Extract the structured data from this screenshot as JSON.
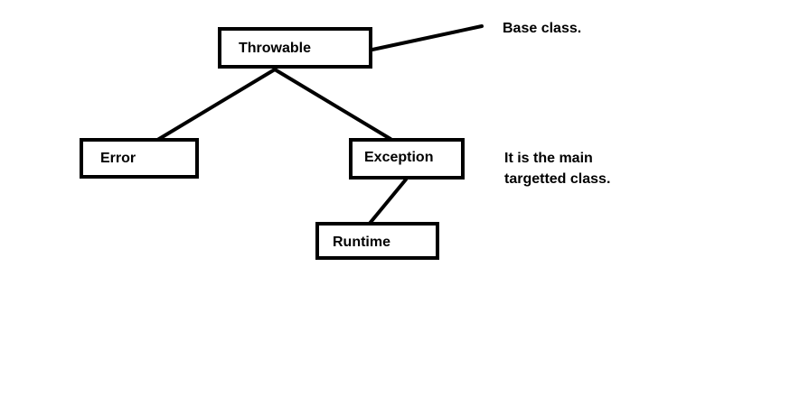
{
  "nodes": {
    "throwable": "Throwable",
    "error": "Error",
    "exception": "Exception",
    "runtime": "Runtime"
  },
  "annotations": {
    "base_class": "Base class.",
    "main_class_line1": "It is the main",
    "main_class_line2": "targetted class."
  },
  "colors": {
    "stroke": "#000000",
    "background": "#ffffff"
  }
}
